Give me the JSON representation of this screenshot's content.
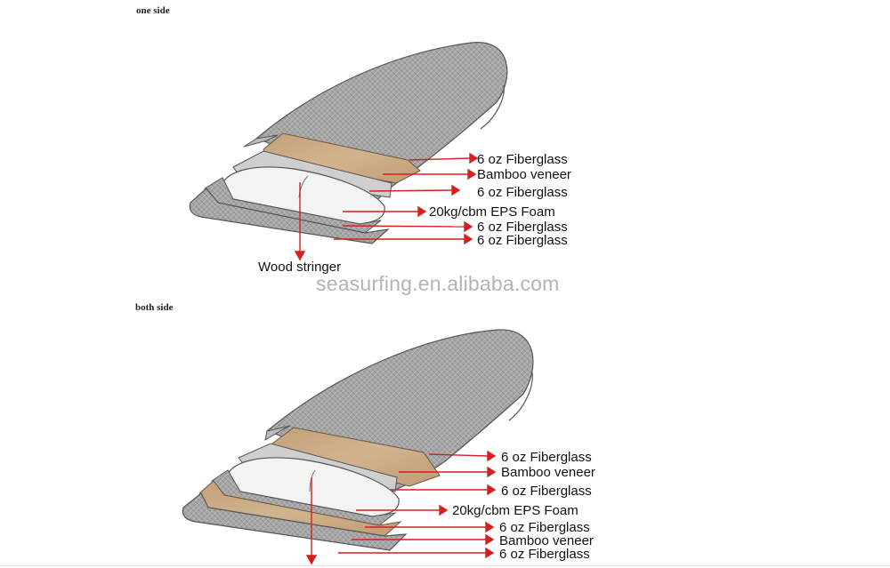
{
  "sections": [
    {
      "title": "one side",
      "labels": {
        "l1": "6 oz Fiberglass",
        "l2": "Bamboo veneer",
        "l3": "6 oz Fiberglass",
        "l4": "20kg/cbm EPS Foam",
        "l5": "6 oz Fiberglass",
        "l6": "6 oz Fiberglass",
        "stringer": "Wood stringer"
      }
    },
    {
      "title": "both side",
      "labels": {
        "l1": "6 oz Fiberglass",
        "l2": "Bamboo veneer",
        "l3": "6 oz Fiberglass",
        "l4": "20kg/cbm EPS Foam",
        "l5": "6 oz Fiberglass",
        "l6": "Bamboo veneer",
        "l7": "6 oz Fiberglass"
      }
    }
  ],
  "watermark": "seasurfing.en.alibaba.com",
  "colors": {
    "fiberglass": "#a4a4a4",
    "bamboo": "#c9aa84",
    "foam": "#f2f2f2",
    "arrow": "#d42020",
    "stringer_arrow": "#d42020"
  }
}
